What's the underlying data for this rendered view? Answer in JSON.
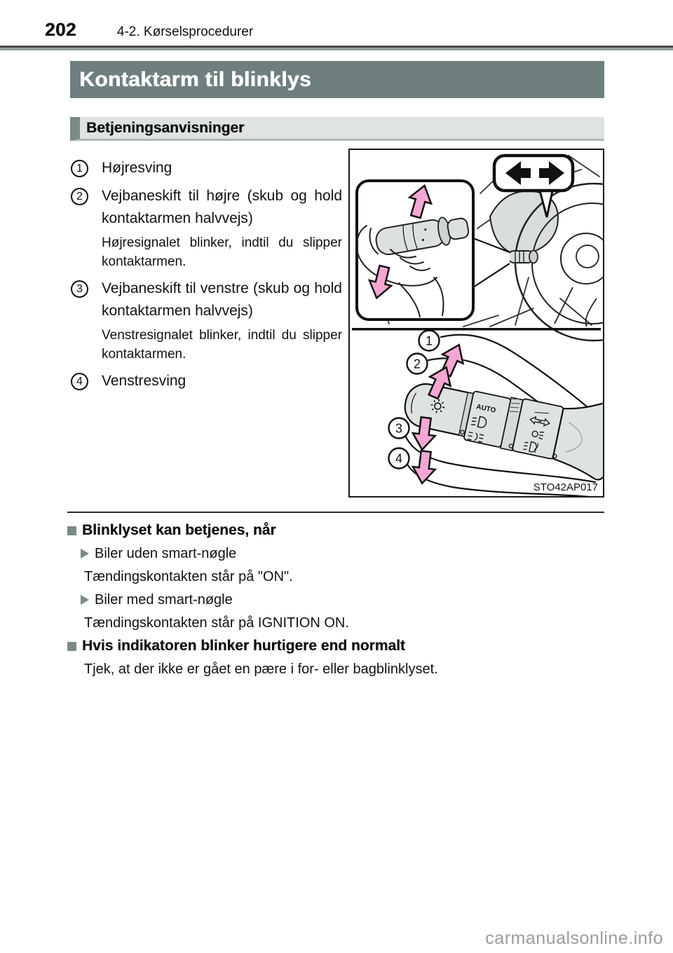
{
  "header": {
    "page_number": "202",
    "section": "4-2. Kørselsprocedurer"
  },
  "title": "Kontaktarm til blinklys",
  "section_header": "Betjeningsanvisninger",
  "steps": [
    {
      "num": "1",
      "text": "Højresving"
    },
    {
      "num": "2",
      "text": "Vejbaneskift til højre (skub og hold kontaktarmen halvvejs)",
      "note": "Højresignalet blinker, indtil du slip­per kontaktarmen."
    },
    {
      "num": "3",
      "text": "Vejbaneskift til venstre (skub og hold kontaktarmen halvvejs)",
      "note": "Venstresignalet blinker, indtil du slipper kontaktarmen."
    },
    {
      "num": "4",
      "text": "Venstresving"
    }
  ],
  "figure": {
    "code": "STO42AP017",
    "labels": {
      "auto": "AUTO"
    },
    "callouts": [
      "1",
      "2",
      "3",
      "4"
    ],
    "colors": {
      "arrow_pink": "#F4A7D3",
      "stalk_gray": "#DEE2E1",
      "shade_gray": "#D9DEDD"
    }
  },
  "notes": [
    {
      "type": "heading",
      "text": "Blinklyset kan betjenes, når"
    },
    {
      "type": "bullet",
      "text": "Biler uden smart-nøgle"
    },
    {
      "type": "plain",
      "text": "Tændingskontakten står på \"ON\"."
    },
    {
      "type": "bullet",
      "text": "Biler med smart-nøgle"
    },
    {
      "type": "plain",
      "text": "Tændingskontakten står på IGNITION ON."
    },
    {
      "type": "heading",
      "text": "Hvis indikatoren blinker hurtigere end normalt"
    },
    {
      "type": "plain",
      "text": "Tjek, at der ikke er gået en pære i for- eller bagblinklyset."
    }
  ],
  "watermark": "carmanualsonline.info",
  "colors": {
    "title_bar": "#6F7E7E",
    "section_bg": "#DFE3E2",
    "accent_gray": "#7B8A89"
  }
}
